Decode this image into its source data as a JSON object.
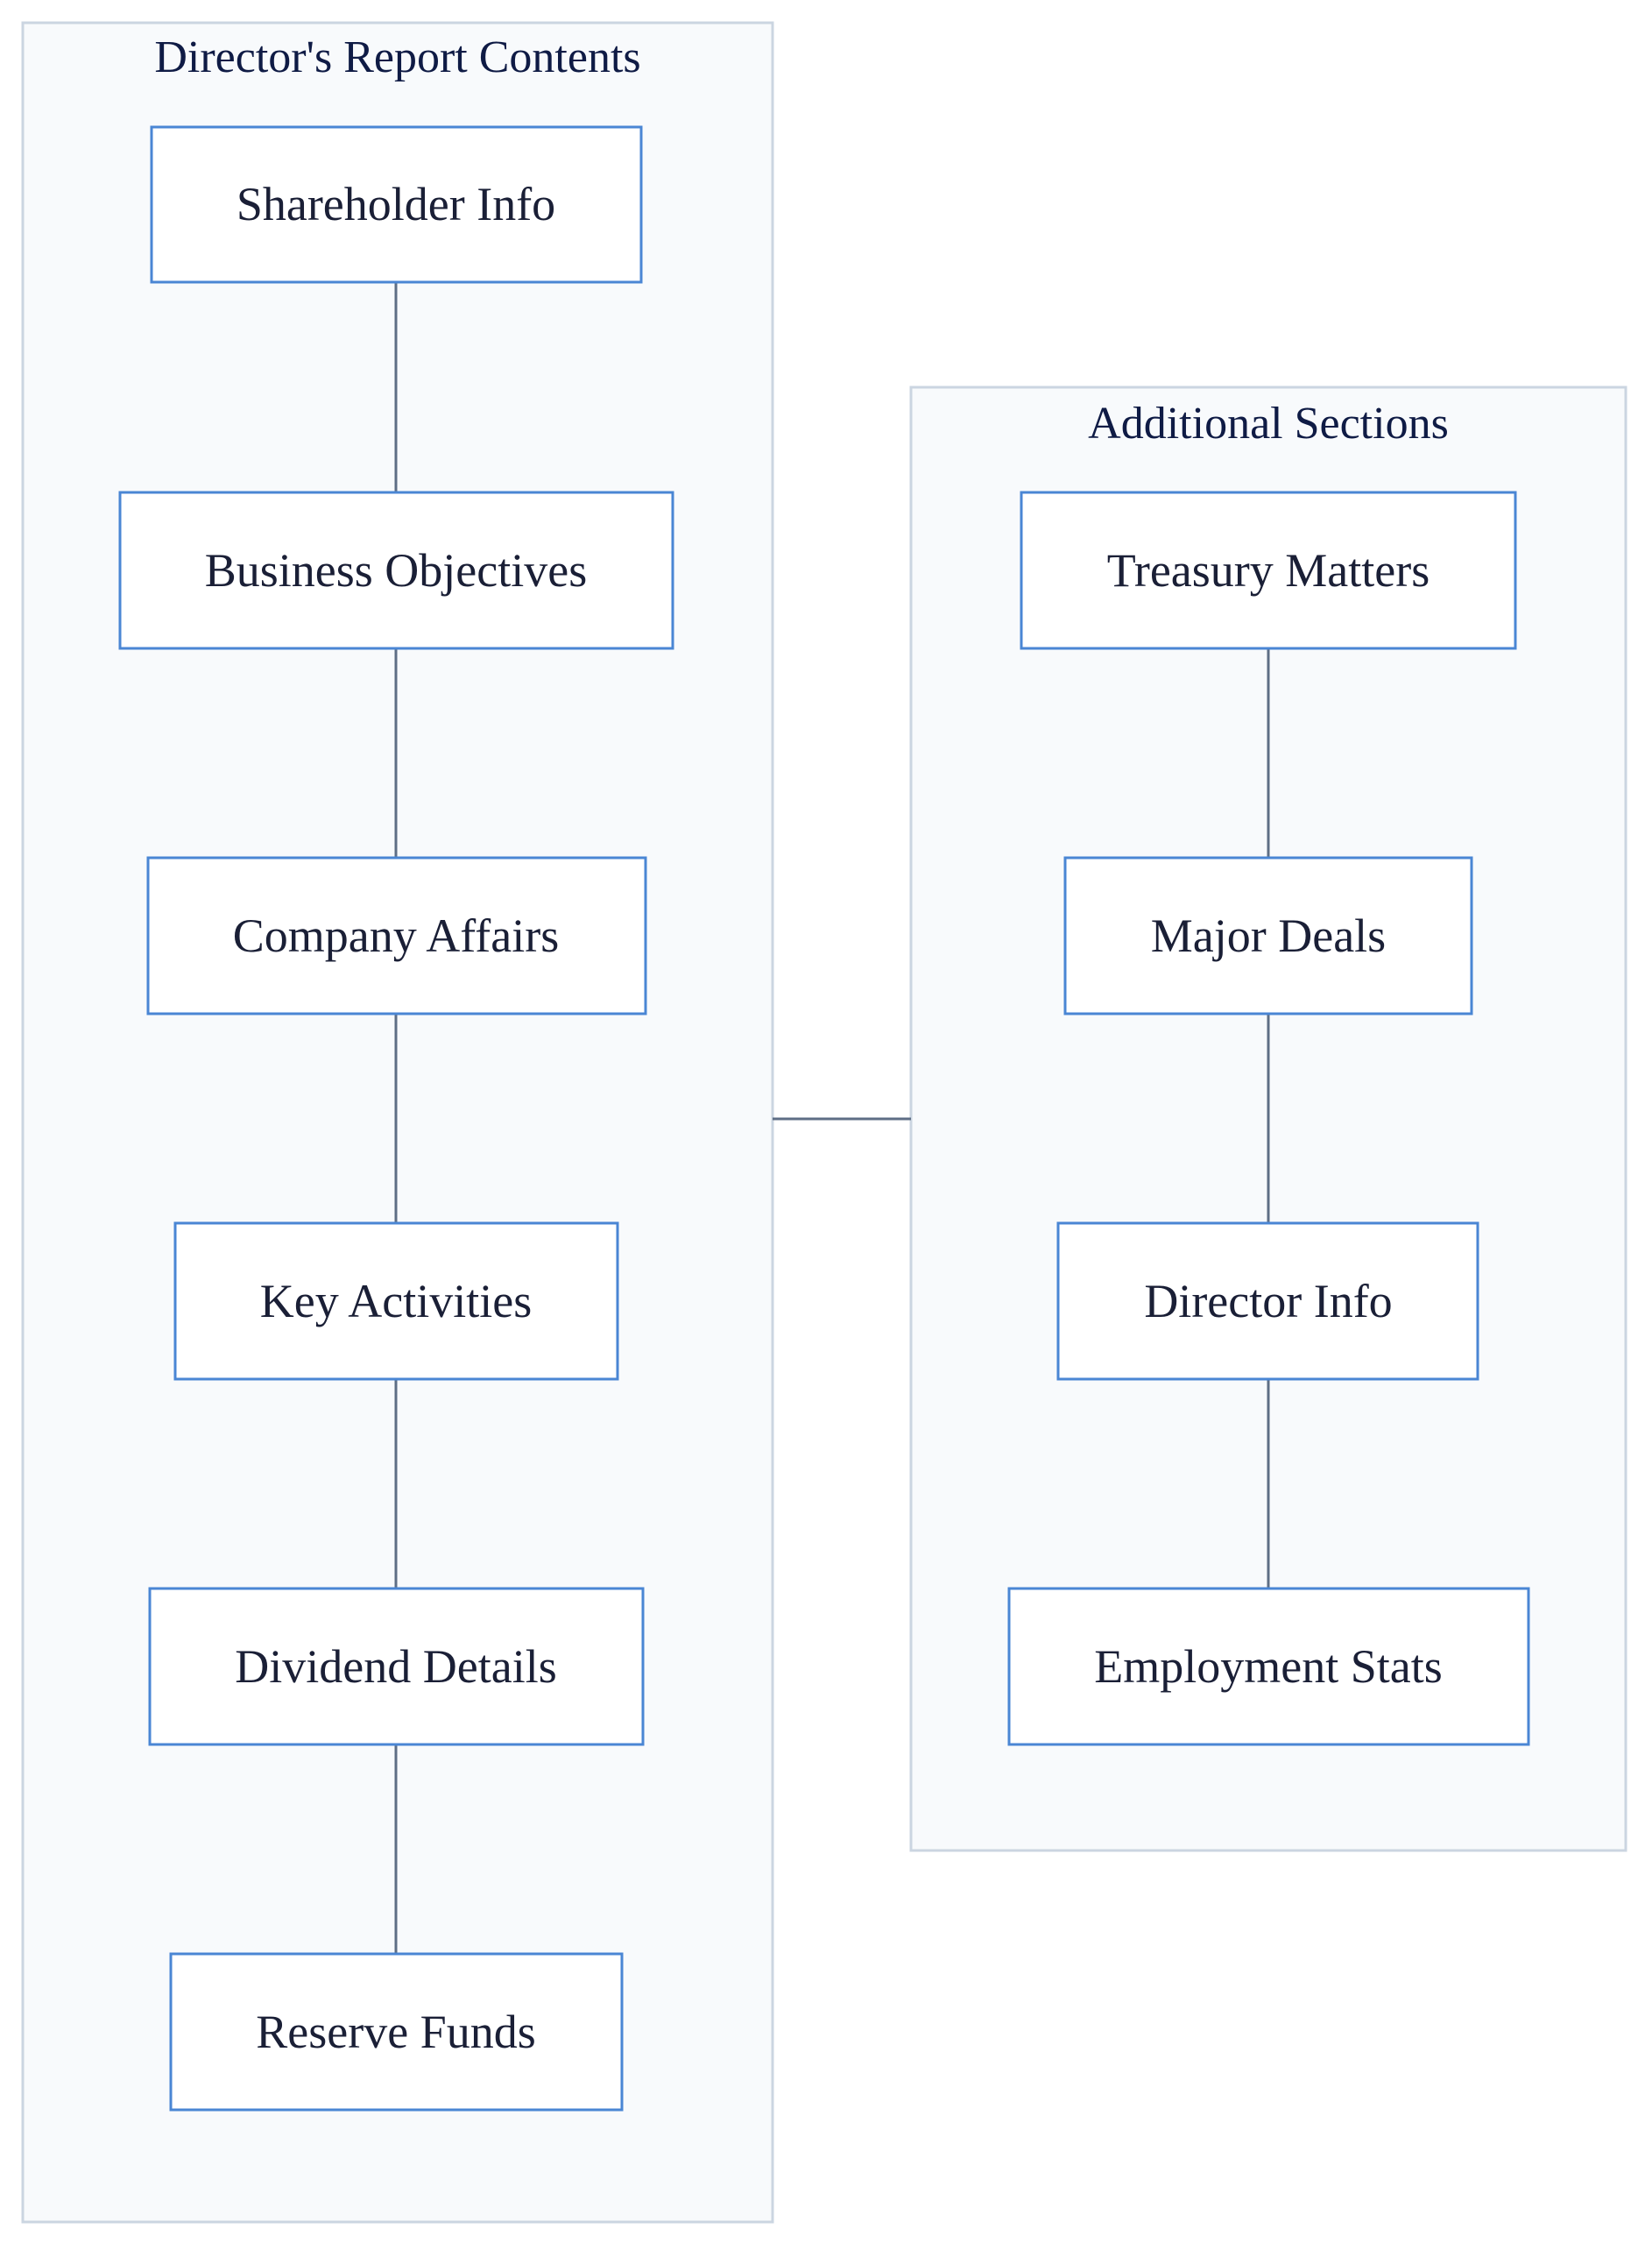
{
  "clusters": {
    "main": {
      "title": "Director's Report Contents",
      "nodes": [
        "Shareholder Info",
        "Business Objectives",
        "Company Affairs",
        "Key Activities",
        "Dividend Details",
        "Reserve Funds"
      ]
    },
    "additional": {
      "title": "Additional Sections",
      "nodes": [
        "Treasury Matters",
        "Major Deals",
        "Director Info",
        "Employment Stats"
      ]
    }
  },
  "colors": {
    "cluster_fill": "#f8fafc",
    "cluster_border": "#cbd5e1",
    "node_border": "#4a86d4",
    "edge": "#5e6e85",
    "title_text": "#0f1b45",
    "node_text": "#1a1f36"
  }
}
